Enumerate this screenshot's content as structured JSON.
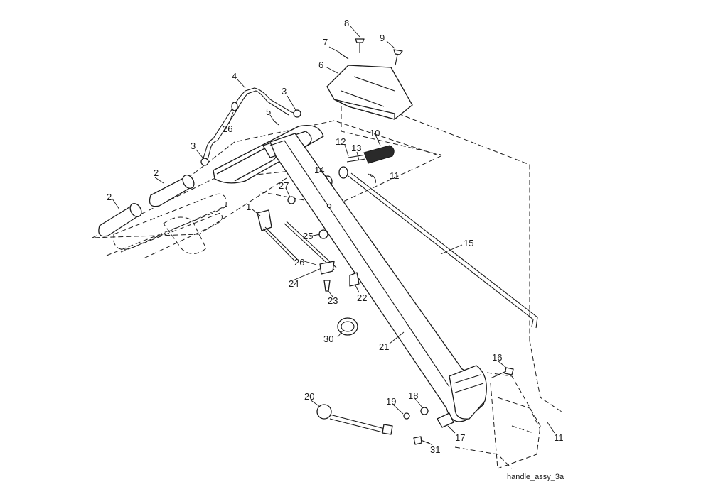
{
  "diagram": {
    "caption": "handle_assy_3a",
    "callouts": {
      "c1": "1",
      "c2a": "2",
      "c2b": "2",
      "c3a": "3",
      "c3b": "3",
      "c4": "4",
      "c5": "5",
      "c6": "6",
      "c7": "7",
      "c8": "8",
      "c9": "9",
      "c10": "10",
      "c11a": "11",
      "c11b": "11",
      "c12": "12",
      "c13": "13",
      "c14": "14",
      "c15": "15",
      "c16": "16",
      "c17": "17",
      "c18": "18",
      "c19": "19",
      "c20": "20",
      "c21": "21",
      "c22": "22",
      "c23": "23",
      "c24": "24",
      "c25": "25",
      "c26a": "26",
      "c26b": "26",
      "c27": "27",
      "c30": "30",
      "c31": "31"
    }
  }
}
